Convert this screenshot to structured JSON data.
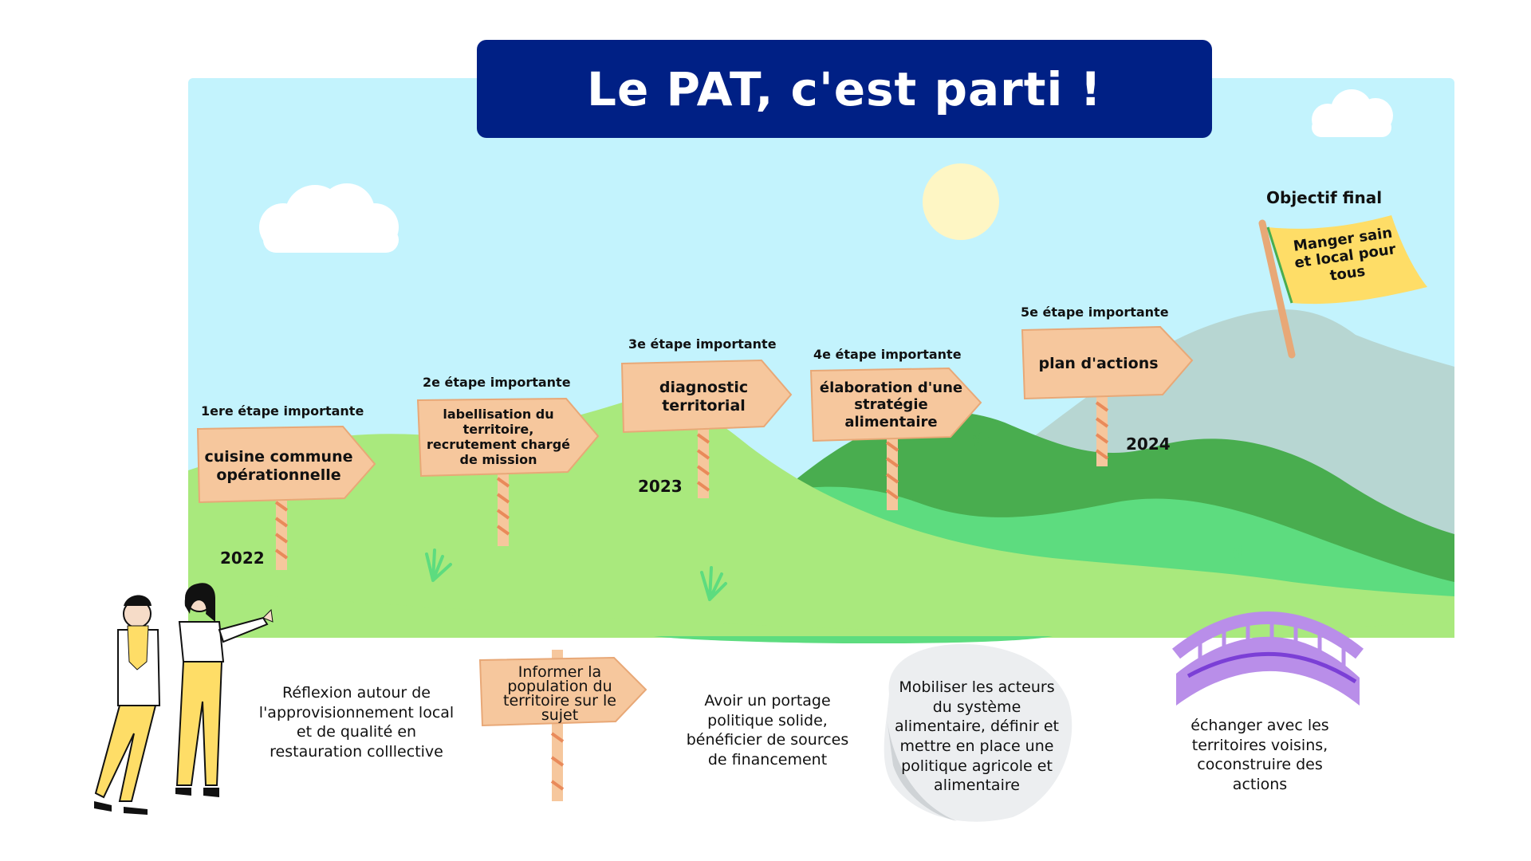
{
  "title": "Le PAT, c'est parti !",
  "objectif": {
    "label": "Objectif final",
    "flag_text": "Manger sain et local pour tous"
  },
  "steps": [
    {
      "label": "1ere étape importante",
      "sign": "cuisine commune opérationnelle",
      "year": "2022"
    },
    {
      "label": "2e étape importante",
      "sign": "labellisation du territoire, recrutement chargé de mission",
      "year": ""
    },
    {
      "label": "3e étape importante",
      "sign": "diagnostic territorial",
      "year": "2023"
    },
    {
      "label": "4e étape importante",
      "sign": "élaboration d'une stratégie alimentaire",
      "year": ""
    },
    {
      "label": "5e étape importante",
      "sign": "plan d'actions",
      "year": "2024"
    }
  ],
  "bottom": [
    {
      "text": "Réflexion autour de l'approvisionnement local et de qualité en restauration colllective"
    },
    {
      "text": "Informer la population du territoire sur le sujet"
    },
    {
      "text": "Avoir un portage politique solide, bénéficier de sources de financement"
    },
    {
      "text": "Mobiliser les acteurs du système alimentaire, définir et mettre en place une politique agricole et alimentaire"
    },
    {
      "text": "échanger avec les territoires voisins, coconstruire des actions"
    }
  ],
  "colors": {
    "sky": "#c3f3fd",
    "title_bg": "#002085",
    "sign": "#f6c79d",
    "flag": "#fedd67",
    "grass_light": "#a9e97d",
    "grass_mid": "#5ddc7f",
    "grass_dark": "#49ad4f",
    "mountain": "#b7d6d2",
    "bridge": "#b98ee9"
  }
}
